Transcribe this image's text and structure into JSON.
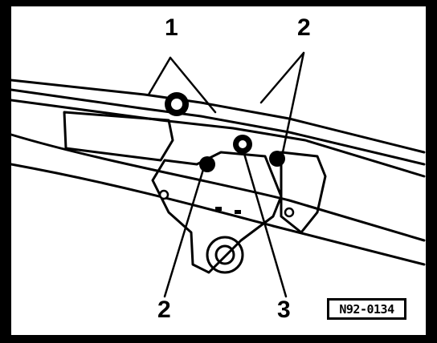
{
  "callouts": {
    "label_top_left": "1",
    "label_top_right": "2",
    "label_bottom_left": "2",
    "label_bottom_center": "3"
  },
  "figure_code": "N92-0134",
  "colors": {
    "ink": "#000000",
    "paper": "#ffffff"
  }
}
